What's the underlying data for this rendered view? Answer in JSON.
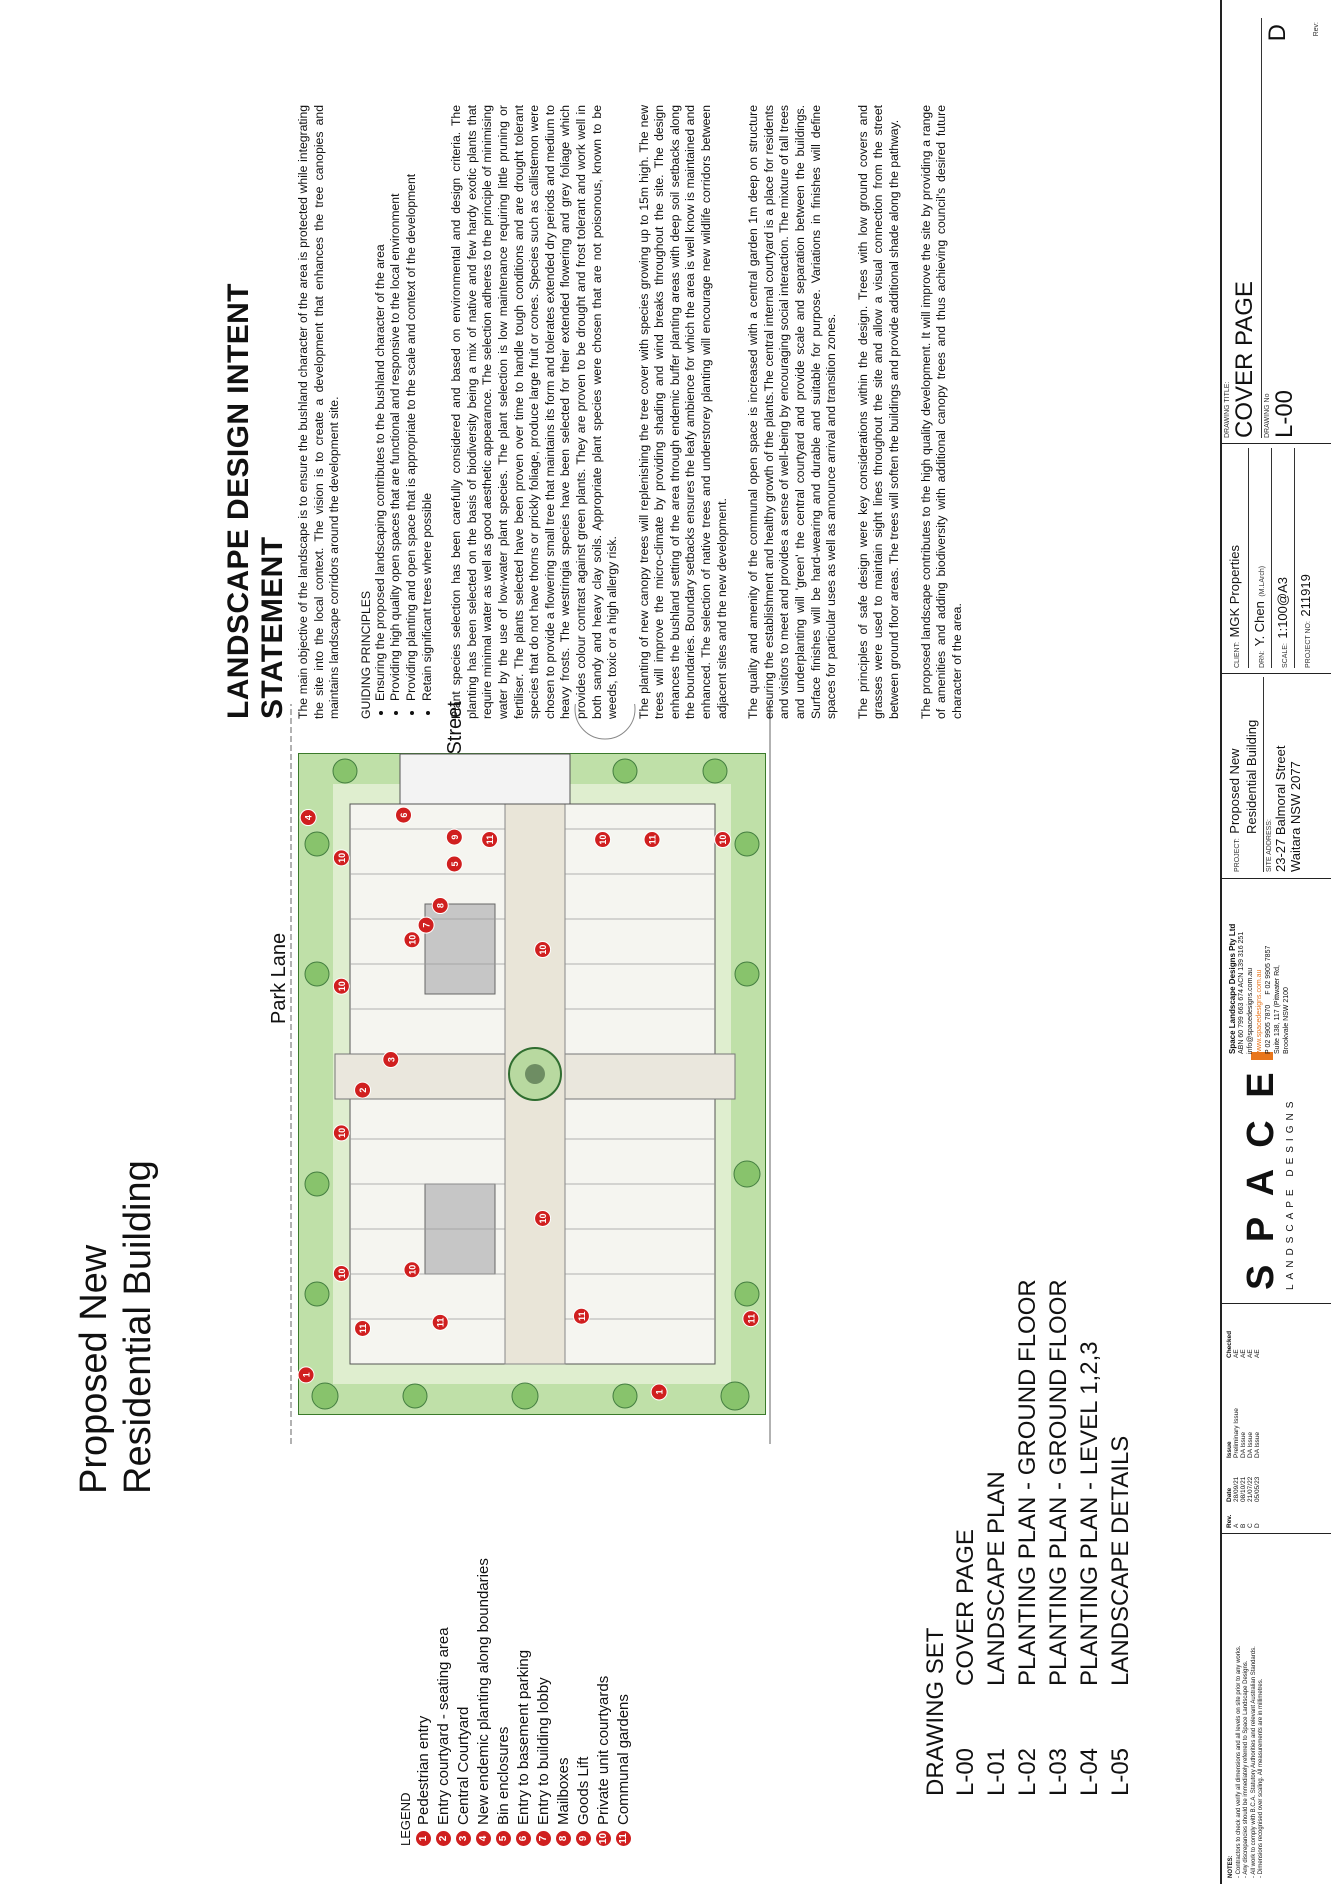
{
  "title": {
    "line1": "Proposed New",
    "line2": "Residential Building"
  },
  "legend": {
    "title": "LEGEND",
    "items": [
      {
        "num": "1",
        "label": "Pedestrian entry"
      },
      {
        "num": "2",
        "label": "Entry courtyard - seating area"
      },
      {
        "num": "3",
        "label": "Central Courtyard"
      },
      {
        "num": "4",
        "label": "New endemic planting along boundaries"
      },
      {
        "num": "5",
        "label": "Bin enclosures"
      },
      {
        "num": "6",
        "label": "Entry to basement parking"
      },
      {
        "num": "7",
        "label": "Entry to building lobby"
      },
      {
        "num": "8",
        "label": "Mailboxes"
      },
      {
        "num": "9",
        "label": "Goods Lift"
      },
      {
        "num": "10",
        "label": "Private unit courtyards"
      },
      {
        "num": "11",
        "label": "Communal gardens"
      }
    ]
  },
  "drawing_set": {
    "title": "DRAWING SET",
    "items": [
      {
        "code": "L-00",
        "name": "COVER PAGE"
      },
      {
        "code": "L-01",
        "name": "LANDSCAPE PLAN"
      },
      {
        "code": "L-02",
        "name": "PLANTING PLAN - GROUND FLOOR"
      },
      {
        "code": "L-03",
        "name": "PLANTING PLAN - GROUND FLOOR"
      },
      {
        "code": "L-04",
        "name": "PLANTING PLAN - LEVEL 1,2,3"
      },
      {
        "code": "L-05",
        "name": "LANDSCAPE DETAILS"
      }
    ]
  },
  "plan": {
    "street_top": "Balmoral Street",
    "street_bottom": "Park Lane"
  },
  "intent": {
    "heading": "LANDSCAPE DESIGN INTENT STATEMENT",
    "p1": "The main objective of the landscape is to ensure the bushland character of the area is protected while integrating the site into the local context. The vision is to create a development that enhances the tree canopies and maintains landscape corridors around the development site.",
    "gp_heading": "GUIDING PRINCIPLES",
    "gp_items": [
      "Ensuring the proposed landscaping contributes to the bushland character of the area",
      "Providing high quality open spaces that are functional and responsive to the local environment",
      "Providing planting and open space that is appropriate to the scale and context of the development",
      "Retain significant trees where possible"
    ],
    "p2": "Plant species selection has been carefully considered and based on environmental and design criteria. The planting has been selected on the basis of biodiversity being a mix of native and few hardy exotic plants that require minimal water as well as good aesthetic appearance. The selection adheres to the principle of minimising water by the use of low-water plant species. The plant selection is low maintenance requiring little pruning or fertiliser. The plants selected have been proven over time to handle tough conditions and are drought tolerant species that do not have thorns or prickly foliage, produce large fruit or cones. Species such as callistemon were chosen to provide a flowering small tree that maintains its form and tolerates extended dry periods and medium to heavy frosts. The westringia species have been selected for their extended flowering and grey foliage which provides colour contrast against green plants. They are proven to be drought and frost tolerant and work well in both sandy and heavy clay soils. Appropriate plant species were chosen that are not poisonous, known to be weeds, toxic or a high allergy risk.",
    "p3": "The planting of new canopy trees will replenishing the tree cover with species growing up to 15m high. The new trees will improve the micro-climate by providing shading and wind breaks throughout the site.  The design enhances the bushland setting of the area through endemic buffer planting areas with deep soil setbacks along the boundaries. Boundary setbacks ensures the leafy ambience for which the area is well know is maintained and enhanced. The selection of native trees and understorey planting will encourage new wildlife corridors between adjacent sites and the new development.",
    "p4": "The quality and amenity of the communal open space is increased with a central garden 1m deep on structure ensuring the establishment and healthy growth of the plants.The central internal courtyard is a place for residents and visitors to meet and provides a sense of well-being by encouraging social interaction. The mixture of tall trees and underplanting will 'green' the central courtyard and provide scale and separation between the buildings. Surface finishes will be hard-wearing and durable and suitable for purpose. Variations in finishes will define spaces for particular uses as well as announce arrival and transition zones.",
    "p5": "The principles of safe design were key considerations within the design. Trees with low ground covers and grasses were used to maintain sight lines throughout the site and allow a visual connection from the street between ground floor areas. The trees will soften the buildings and provide additional shade along the pathway.",
    "p6": "The proposed landscape contributes to the high quality development. It will improve the site by providing a range of amenities and adding biodiversity with additional canopy trees and thus achieving council's desired future character of the area."
  },
  "notes": {
    "title": "NOTES:",
    "lines": [
      "- Contractors to check and verify all dimensions and all levels on site prior to any works.",
      "- Any discrepancies should be immediately referred to Space Landscape Designs.",
      "- All work to comply with B.C.A. Statutory Authorities and relevant Australian Standards.",
      "- Dimensions recognised over scaling. All measurements are in millimetres."
    ]
  },
  "revisions": {
    "headers": [
      "Rev.",
      "Date",
      "Issue",
      "Checked"
    ],
    "rows": [
      [
        "A",
        "28/09/21",
        "Preliminary Issue",
        "AE"
      ],
      [
        "B",
        "08/10/21",
        "DA Issue",
        "AE"
      ],
      [
        "C",
        "21/07/22",
        "DA Issue",
        "AE"
      ],
      [
        "D",
        "05/05/23",
        "DA Issue",
        "AE"
      ]
    ]
  },
  "brand": {
    "name": "S P A C E",
    "sub": "LANDSCAPE DESIGNS",
    "accent": "#e8761c"
  },
  "company": {
    "name": "Space Landscape Designs Pty Ltd",
    "abn": "ABN 60 799 663 674  ACN 139 316 251",
    "email": "info@spacedesigns.com.au",
    "web": "www.spacedesigns.com.au",
    "phone": "P  02 9905 7870",
    "fax": "F  02 9905 7857",
    "addr1": "Suite 138, 117 (Pittwater Rd,",
    "addr2": "Brookvale NSW 2100"
  },
  "project": {
    "project_label": "PROJECT:",
    "project_line1": "Proposed New",
    "project_line2": "Residential Building",
    "site_label": "SITE ADDRESS:",
    "site_line1": "23-27 Balmoral Street",
    "site_line2": "Waitara  NSW  2077",
    "client_label": "CLIENT:",
    "client": "MGK Properties",
    "drn_label": "DRN:",
    "drn": "Y. Chen",
    "drn_suffix": "(M.LArch)",
    "scale_label": "SCALE:",
    "scale": "1:100@A3",
    "projno_label": "PROJECT NO:",
    "projno": "211919",
    "title_label": "DRAWING TITLE:",
    "drawing_title": "COVER PAGE",
    "drawno_label": "DRAWING No",
    "drawno": "L-00",
    "rev_label": "Rev:",
    "rev": "D"
  }
}
